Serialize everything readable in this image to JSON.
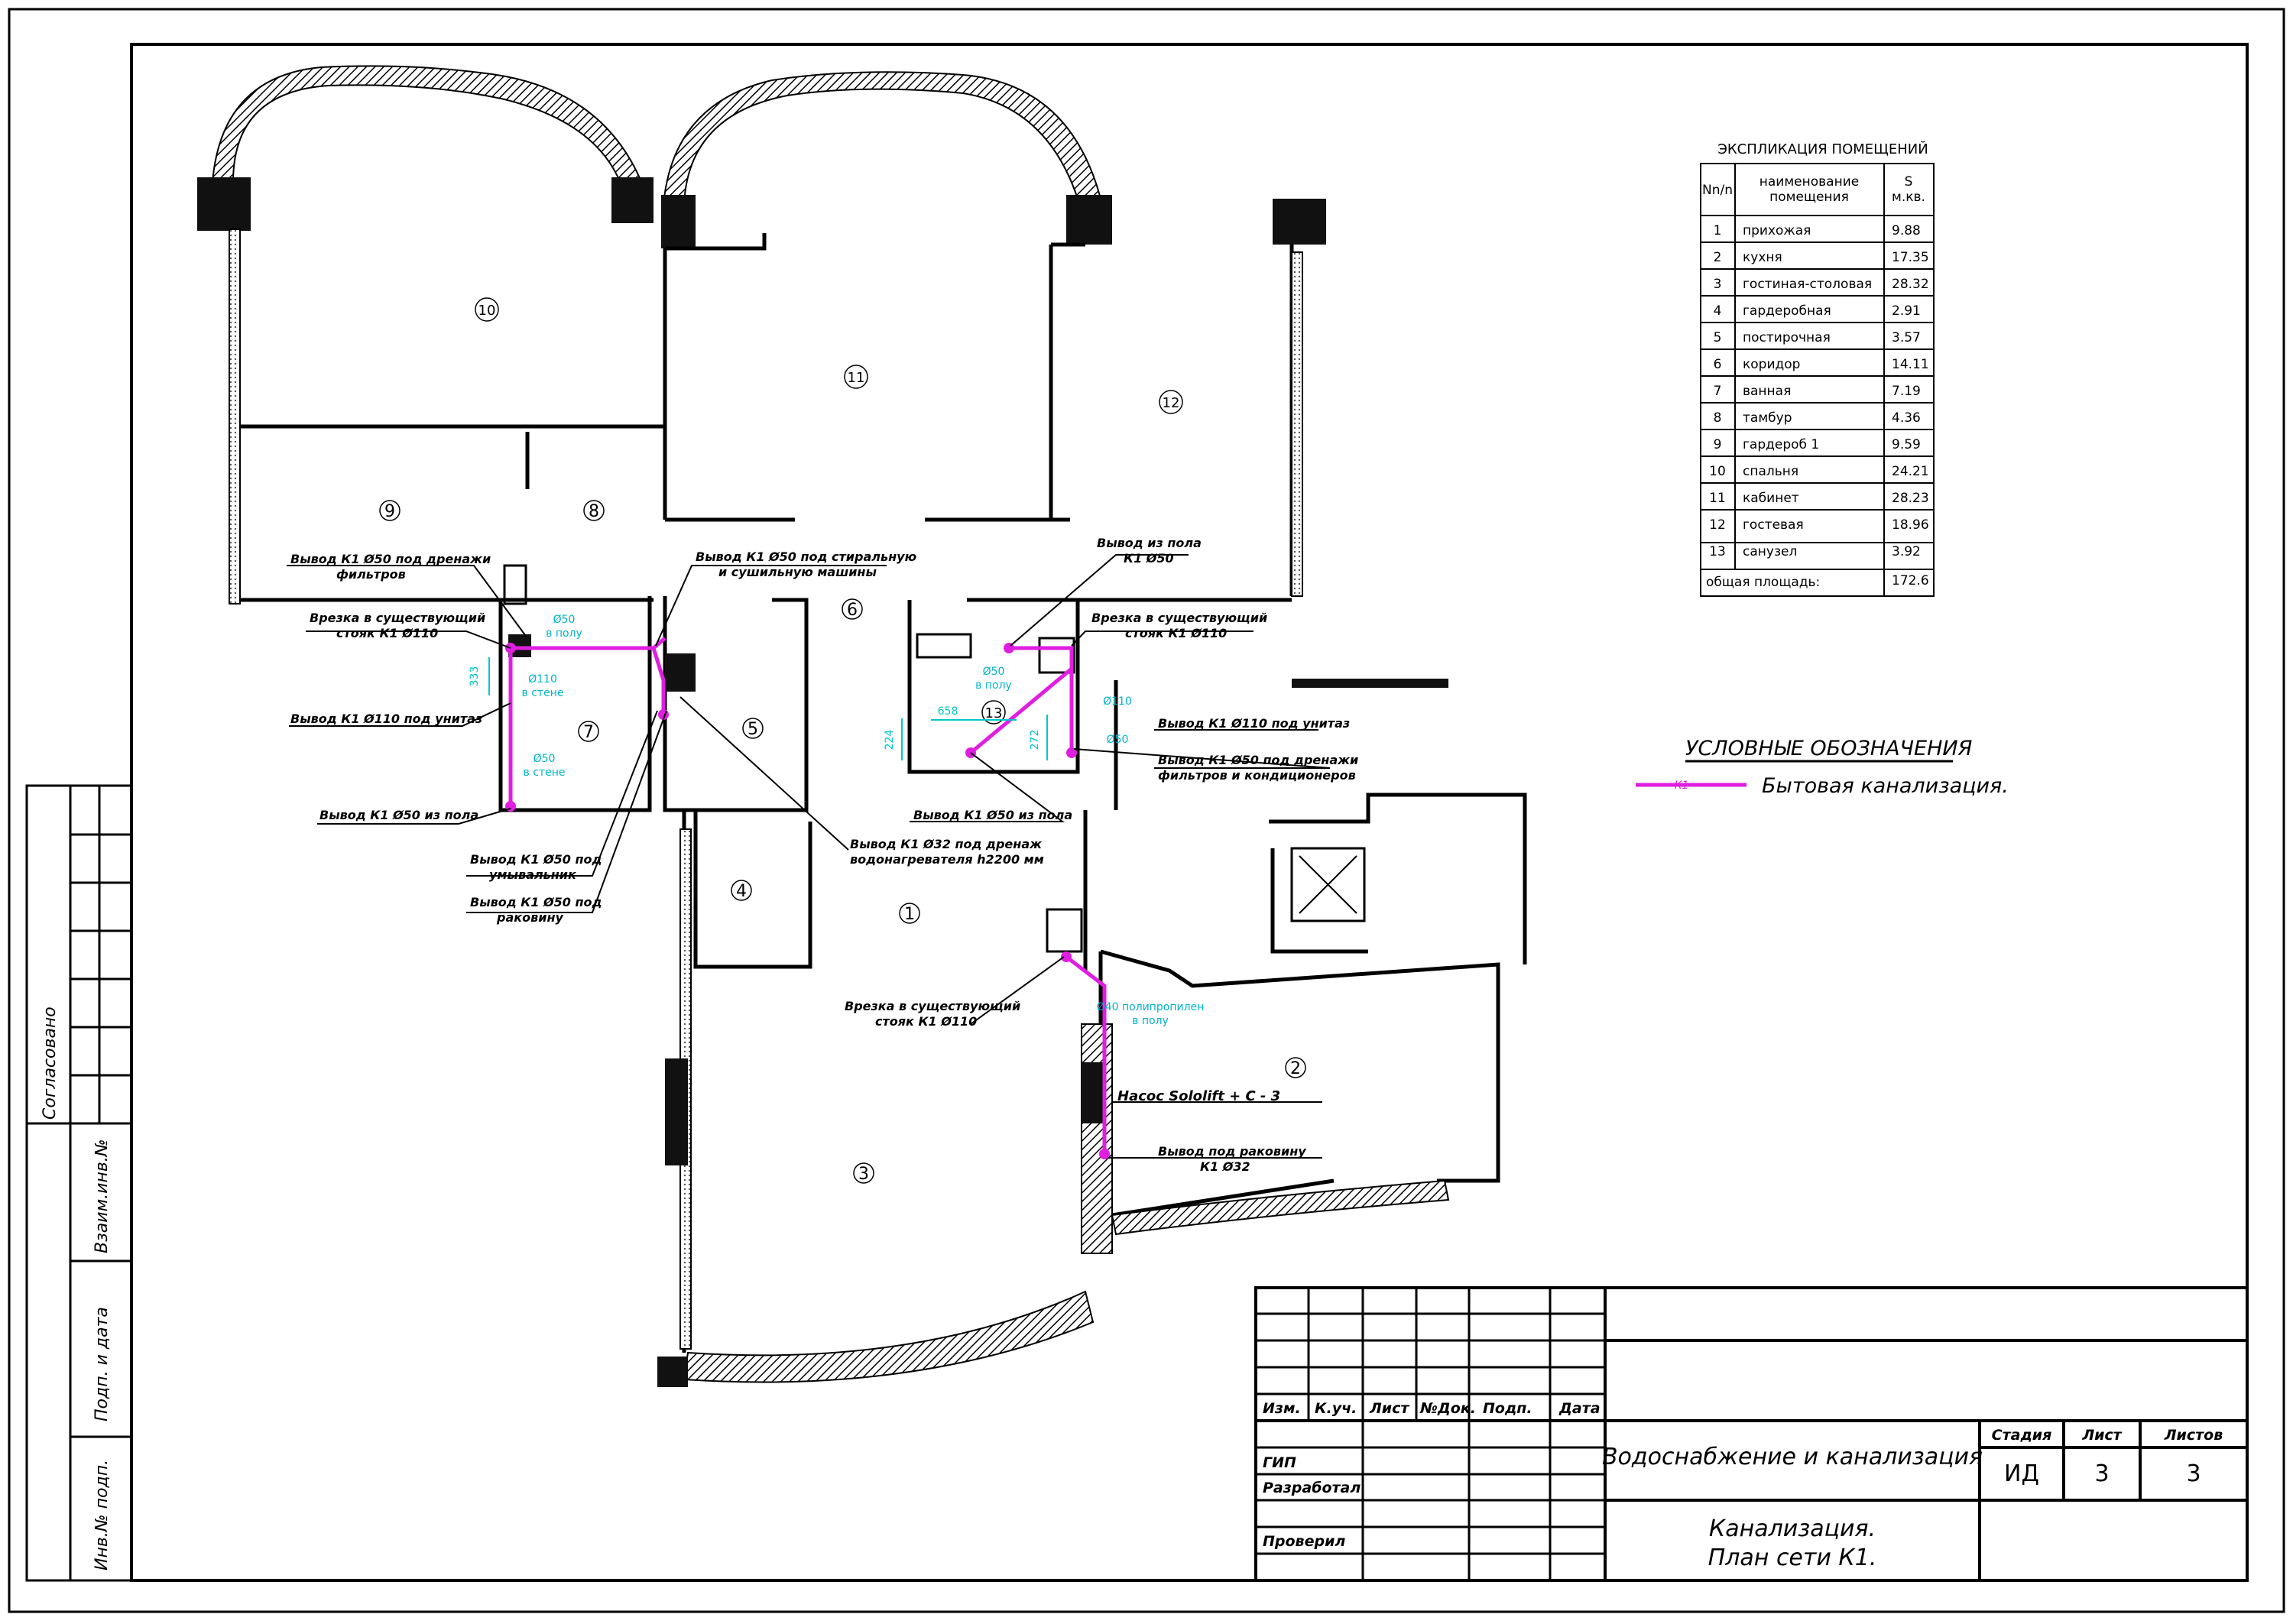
{
  "explication": {
    "title": "ЭКСПЛИКАЦИЯ ПОМЕЩЕНИЙ",
    "headers": [
      "Nn/n",
      "наименование помещения",
      "S м.кв."
    ],
    "header_name_lines": [
      "наименование",
      "помещения"
    ],
    "header_area_lines": [
      "S",
      "м.кв."
    ],
    "rows": [
      {
        "n": "1",
        "name": "прихожая",
        "area": "9.88"
      },
      {
        "n": "2",
        "name": "кухня",
        "area": "17.35"
      },
      {
        "n": "3",
        "name": "гостиная-столовая",
        "area": "28.32"
      },
      {
        "n": "4",
        "name": "гардеробная",
        "area": "2.91"
      },
      {
        "n": "5",
        "name": "постирочная",
        "area": "3.57"
      },
      {
        "n": "6",
        "name": "коридор",
        "area": "14.11"
      },
      {
        "n": "7",
        "name": "ванная",
        "area": "7.19"
      },
      {
        "n": "8",
        "name": "тамбур",
        "area": "4.36"
      },
      {
        "n": "9",
        "name": "гардероб 1",
        "area": "9.59"
      },
      {
        "n": "10",
        "name": "спальня",
        "area": "24.21"
      },
      {
        "n": "11",
        "name": "кабинет",
        "area": "28.23"
      },
      {
        "n": "12",
        "name": "гостевая",
        "area": "18.96"
      },
      {
        "n": "13",
        "name": "санузел",
        "area": "3.92"
      }
    ],
    "total_label": "общая площадь:",
    "total_area": "172.6"
  },
  "legend": {
    "title": "УСЛОВНЫЕ ОБОЗНАЧЕНИЯ",
    "line_symbol": "К1",
    "line_label": "Бытовая канализация."
  },
  "rooms": [
    "1",
    "2",
    "3",
    "4",
    "5",
    "6",
    "7",
    "8",
    "9",
    "10",
    "11",
    "12",
    "13"
  ],
  "annotations": {
    "a1": [
      "Вывод К1 Ø50 под дренажи",
      "фильтров"
    ],
    "a2": [
      "Врезка в существующий",
      "стояк К1 Ø110"
    ],
    "a3": [
      "Вывод К1 Ø110 под унитаз"
    ],
    "a4": [
      "Вывод К1 Ø50 из пола"
    ],
    "a5": [
      "Вывод К1 Ø50 под стиральную",
      "и сушильную машины"
    ],
    "a6": [
      "Вывод К1 Ø32 под дренаж",
      "водонагревателя h2200 мм"
    ],
    "a7": [
      "Вывод К1 Ø50 под",
      "умывальник"
    ],
    "a8": [
      "Вывод К1 Ø50 под",
      "раковину"
    ],
    "a9": [
      "Вывод из пола",
      "К1 Ø50"
    ],
    "a10": [
      "Врезка в существующий",
      "стояк К1 Ø110"
    ],
    "a11": [
      "Вывод К1 Ø110 под унитаз"
    ],
    "a12": [
      "Вывод К1 Ø50 под дренажи",
      "фильтров и кондиционеров"
    ],
    "a13": [
      "Вывод К1 Ø50 из пола"
    ],
    "a14": [
      "Врезка в существующий",
      "стояк К1 Ø110"
    ],
    "a15": [
      "Насос Sololift + C - 3"
    ],
    "a16": [
      "Вывод под раковину",
      "К1 Ø32"
    ]
  },
  "pipe_labels": {
    "p1": [
      "Ø50",
      "в полу"
    ],
    "p2": [
      "Ø110",
      "в стене"
    ],
    "p3": [
      "Ø50",
      "в стене"
    ],
    "p4": [
      "Ø50",
      "в полу"
    ],
    "p5": "Ø110",
    "p6": "Ø50",
    "p7": [
      "Ø40 полипропилен",
      "в полу"
    ]
  },
  "dimensions": {
    "d1": "333",
    "d2": "658",
    "d3": "224",
    "d4": "272"
  },
  "stamp": {
    "col_headers": [
      "Изм.",
      "К.уч.",
      "Лист",
      "№Док.",
      "Подп.",
      "Дата"
    ],
    "roles": [
      "ГИП",
      "Разработал",
      "Проверил"
    ],
    "project_title": "Водоснабжение и канализация",
    "sheet_title_lines": [
      "Канализация.",
      "План сети К1."
    ],
    "stage_label": "Стадия",
    "sheet_label": "Лист",
    "sheets_label": "Листов",
    "stage_value": "ИД",
    "sheet_value": "3",
    "sheets_value": "3"
  },
  "side_stamp": {
    "agreed": "Согласовано",
    "ref_inv": "Взаим.инв.№",
    "sign_date": "Подп. и дата",
    "inv_sign": "Инв.№ подп."
  },
  "colors": {
    "sewer": "#e01ee0",
    "dimension": "#00c8c8",
    "wall": "#111111"
  }
}
